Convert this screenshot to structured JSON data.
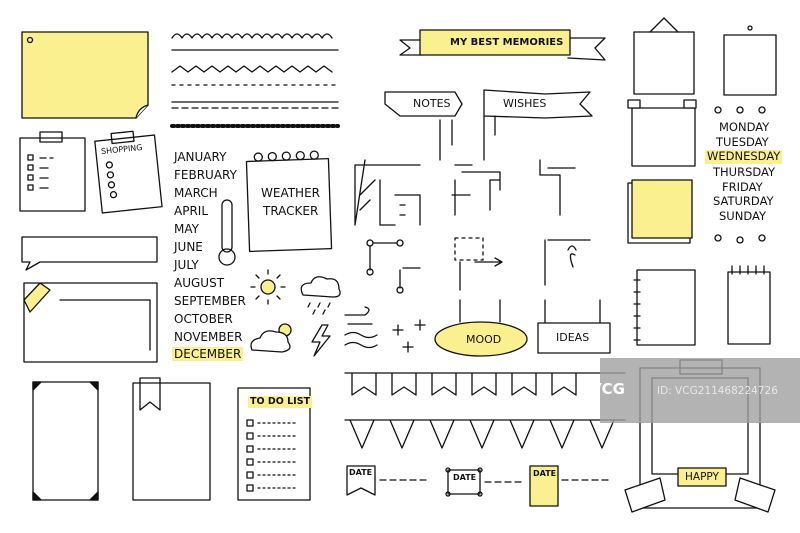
{
  "colors": {
    "highlight": "#fbf08f",
    "ink": "#111111",
    "watermark_band": "#a0a0a0"
  },
  "clipboard": {
    "title": "SHOPPING"
  },
  "months": [
    "JANUARY",
    "FEBRUARY",
    "MARCH",
    "APRIL",
    "MAY",
    "JUNE",
    "JULY",
    "AUGUST",
    "SEPTEMBER",
    "OCTOBER",
    "NOVEMBER",
    "DECEMBER"
  ],
  "highlighted_month": "DECEMBER",
  "weather": {
    "line1": "WEATHER",
    "line2": "TRACKER"
  },
  "banners": {
    "memories": "MY BEST MEMORIES",
    "notes": "NOTES",
    "wishes": "WISHES"
  },
  "signs": {
    "mood": "MOOD",
    "ideas": "IDEAS"
  },
  "todo": {
    "title": "TO DO LIST"
  },
  "dates": {
    "a": "DATE",
    "b": "DATE",
    "c": "DATE"
  },
  "days": [
    "MONDAY",
    "TUESDAY",
    "WEDNESDAY",
    "THURSDAY",
    "FRIDAY",
    "SATURDAY",
    "SUNDAY"
  ],
  "highlighted_day": "WEDNESDAY",
  "polaroid": {
    "label": "HAPPY"
  },
  "watermark": {
    "logo": "VCG",
    "id": "ID: VCG211468224726"
  },
  "icons": [
    "sun-icon",
    "cloud-rain-icon",
    "cloud-sun-icon",
    "lightning-icon",
    "wind-icon",
    "snowflake-icon",
    "thermometer-icon"
  ]
}
